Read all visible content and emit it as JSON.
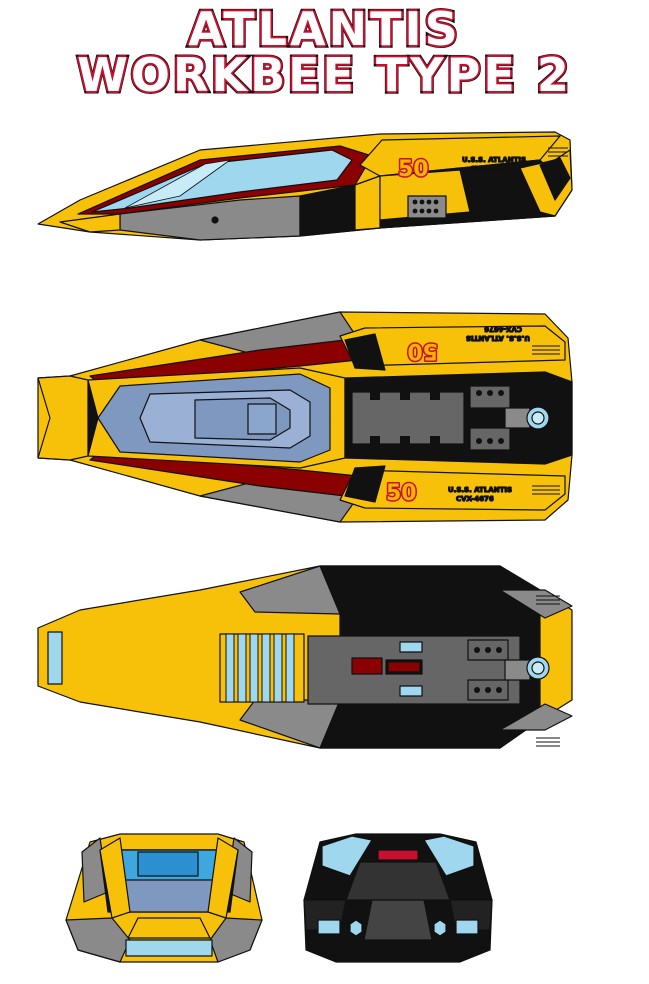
{
  "title": {
    "line1": "ATLANTIS",
    "line2": "WORKBEE TYPE 2"
  },
  "markings": {
    "hull_number": "50",
    "registry_name": "U.S.S. ATLANTIS",
    "registry_code": "CVX-4676"
  },
  "colors": {
    "hull_yellow": "#f7c10a",
    "outline": "#111111",
    "dark_gray": "#666666",
    "mid_gray": "#8a8a8a",
    "window_blue": "#9fd8ee",
    "cockpit_blue": "#7f98c0",
    "accent_red": "#8b0000",
    "black": "#111111"
  },
  "views": [
    "side-view",
    "top-view",
    "bottom-view",
    "front-view",
    "rear-view"
  ]
}
